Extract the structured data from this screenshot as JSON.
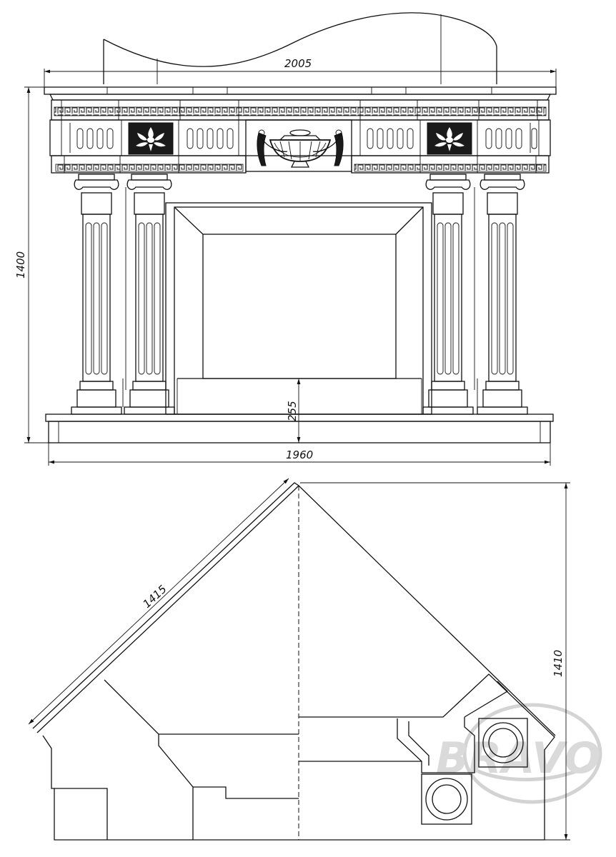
{
  "front_view": {
    "dim_total_width": "2005",
    "dim_base_width": "1960",
    "dim_height": "1400",
    "dim_hearth_height": "255"
  },
  "plan_view": {
    "dim_diagonal": "1415",
    "dim_depth": "1410"
  },
  "watermark": "BRAVO"
}
